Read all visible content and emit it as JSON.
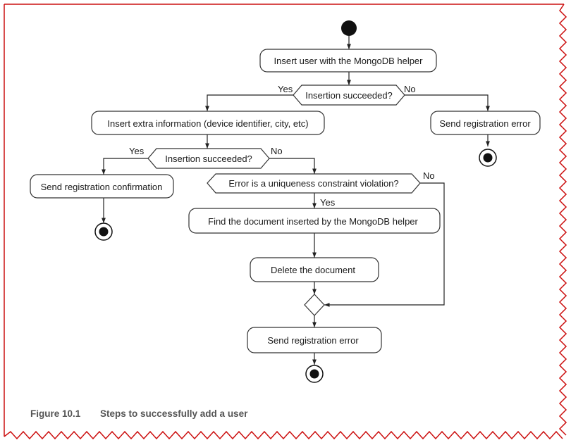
{
  "nodes": {
    "insert_user": "Insert user with the MongoDB helper",
    "decision1": "Insertion succeeded?",
    "insert_extra": "Insert extra information (device identifier, city, etc)",
    "send_error_right": "Send registration error",
    "decision2": "Insertion succeeded?",
    "send_confirmation": "Send registration confirmation",
    "decision3": "Error is a uniqueness constraint violation?",
    "find_document": "Find the document inserted by the MongoDB helper",
    "delete_document": "Delete the document",
    "send_error_bottom": "Send registration error"
  },
  "edge_labels": {
    "d1_yes": "Yes",
    "d1_no": "No",
    "d2_yes": "Yes",
    "d2_no": "No",
    "d3_yes": "Yes",
    "d3_no": "No"
  },
  "caption": {
    "label": "Figure 10.1",
    "text": "Steps to successfully add a user"
  },
  "colors": {
    "frame_border": "#cc1010",
    "caption": "#555555"
  }
}
